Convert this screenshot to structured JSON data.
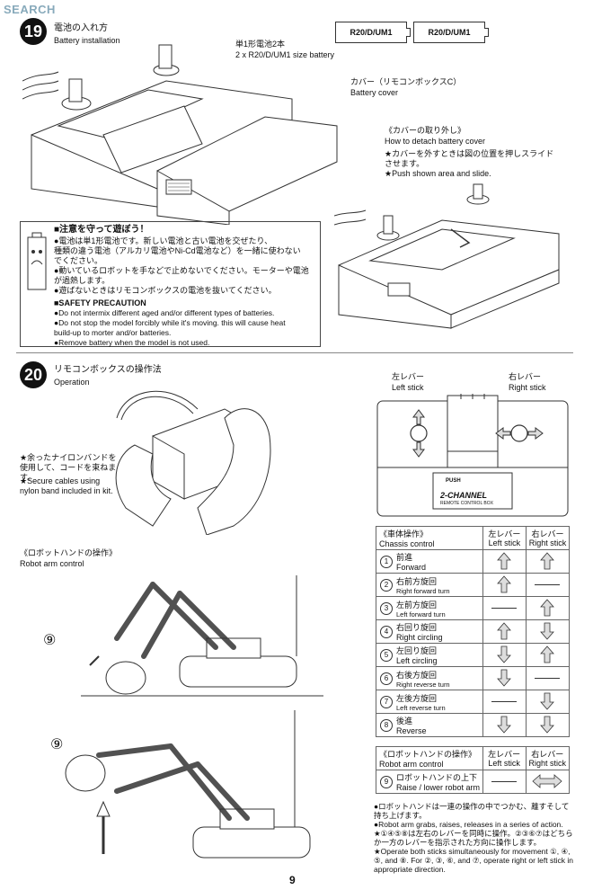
{
  "watermark": "SEARCH",
  "page_number": "9",
  "step19": {
    "number": "19",
    "title_jp": "電池の入れ方",
    "title_en": "Battery installation",
    "battery_label": "R20/D/UM1",
    "battery_size_jp": "単1形電池2本",
    "battery_size_en": "2 x R20/D/UM1 size battery",
    "cover_jp": "カバー（リモコンボックスC）",
    "cover_en": "Battery cover",
    "detach_title_jp": "《カバーの取り外し》",
    "detach_title_en": "How to detach battery cover",
    "detach_note_jp": "★カバーを外すときは図の位置を押しスライドさせます。",
    "detach_note_en": "★Push shown area and slide.",
    "caution_title_jp": "■注意を守って遊ぼう！",
    "caution_lines_jp": [
      "●電池は単1形電池です。新しい電池と古い電池を交ぜたり、",
      "種類の違う電池（アルカリ電池やNi-Cd電池など）を一緒に使わない",
      "でください。",
      "●動いているロボットを手などで止めないでください。モーターや電池",
      "が過熱します。",
      "●遊ばないときはリモコンボックスの電池を抜いてください。"
    ],
    "safety_title_en": "■SAFETY PRECAUTION",
    "safety_lines_en": [
      "●Do not intermix different aged and/or different types of batteries.",
      "●Do not stop the model forcibly while it's moving. this will cause heat",
      "  build-up to morter and/or batteries.",
      "●Remove battery when the model is not used."
    ]
  },
  "step20": {
    "number": "20",
    "title_jp": "リモコンボックスの操作法",
    "title_en": "Operation",
    "left_stick_jp": "左レバー",
    "left_stick_en": "Left stick",
    "right_stick_jp": "右レバー",
    "right_stick_en": "Right stick",
    "box_push": "PUSH",
    "box_brand": "2-CHANNEL",
    "box_sub": "REMOTE CONTROL BOX",
    "cable_note_jp": "★余ったナイロンバンドを使用して、コードを束ねます。",
    "cable_note_en": "★Secure cables using nylon band included in kit.",
    "arm_title_jp": "《ロボットハンドの操作》",
    "arm_title_en": "Robot arm control",
    "fig_marker": "⑨"
  },
  "chassis_table": {
    "header_jp": "《車体操作》",
    "header_en": "Chassis control",
    "col_left_jp": "左レバー",
    "col_left_en": "Left stick",
    "col_right_jp": "右レバー",
    "col_right_en": "Right stick",
    "rows": [
      {
        "num": "1",
        "jp": "前進",
        "en": "Forward",
        "left": "up",
        "right": "up",
        "small": false
      },
      {
        "num": "2",
        "jp": "右前方旋回",
        "en": "Right forward turn",
        "left": "up",
        "right": "none",
        "small": true
      },
      {
        "num": "3",
        "jp": "左前方旋回",
        "en": "Left forward turn",
        "left": "none",
        "right": "up",
        "small": true
      },
      {
        "num": "4",
        "jp": "右回り旋回",
        "en": "Right circling",
        "left": "up",
        "right": "down",
        "small": false
      },
      {
        "num": "5",
        "jp": "左回り旋回",
        "en": "Left circling",
        "left": "down",
        "right": "up",
        "small": false
      },
      {
        "num": "6",
        "jp": "右後方旋回",
        "en": "Right reverse turn",
        "left": "down",
        "right": "none",
        "small": true
      },
      {
        "num": "7",
        "jp": "左後方旋回",
        "en": "Left reverse turn",
        "left": "none",
        "right": "down",
        "small": true
      },
      {
        "num": "8",
        "jp": "後進",
        "en": "Reverse",
        "left": "down",
        "right": "down",
        "small": false
      }
    ]
  },
  "arm_table": {
    "header_jp": "《ロボットハンドの操作》",
    "header_en": "Robot arm control",
    "col_left_jp": "左レバー",
    "col_left_en": "Left stick",
    "col_right_jp": "右レバー",
    "col_right_en": "Right stick",
    "row": {
      "num": "9",
      "jp": "ロボットハンドの上下",
      "en": "Raise / lower robot arm",
      "left": "none",
      "right": "leftright"
    }
  },
  "bottom_notes": [
    "●ロボットハンドは一連の操作の中でつかむ、離すそして持ち上げます。",
    "●Robot arm grabs, raises, releases in a series of action.",
    "★①④⑤⑧は左右のレバーを同時に操作。②③⑥⑦はどちらか一方のレバーを指示された方向に操作します。",
    "★Operate both sticks simultaneously for movement ①, ④, ⑤, and ⑧. For ②, ③, ⑥, and ⑦, operate right or left stick in appropriate direction."
  ]
}
